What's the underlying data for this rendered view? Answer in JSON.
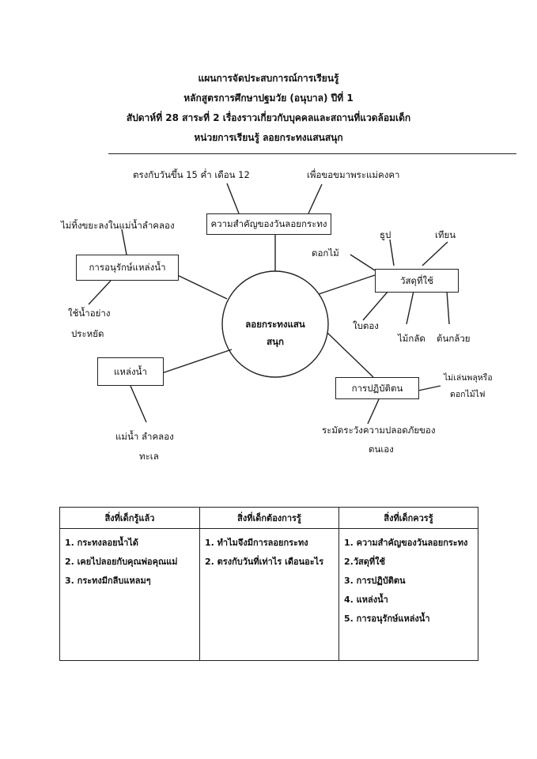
{
  "header": {
    "line1": "แผนการจัดประสบการณ์การเรียนรู้",
    "line2": "หลักสูตรการศึกษาปฐมวัย  (อนุบาล)  ปีที่  1",
    "line3": "สัปดาห์ที่    28    สาระที่ 2  เรื่องราวเกี่ยวกับบุคคลและสถานที่แวดล้อมเด็ก",
    "line4": "หน่วยการเรียนรู้    ลอยกระทงแสนสนุก"
  },
  "mindmap": {
    "center": {
      "line1": "ลอยกระทงแสน",
      "line2": "สนุก"
    },
    "importance": {
      "box": "ความสำคัญของวันลอยกระทง",
      "leaf1": "ตรงกับวันขึ้น 15 ค่ำ เดือน 12",
      "leaf2": "เพื่อขอขมาพระแม่คงคา"
    },
    "conserve": {
      "box": "การอนุรักษ์แหล่งน้ำ",
      "leaf1": "ไม่ทิ้งขยะลงในแม่น้ำลำคลอง",
      "leaf2_line1": "ใช้น้ำอย่าง",
      "leaf2_line2": "ประหยัด"
    },
    "materials": {
      "box": "วัสดุที่ใช้",
      "leaf1": "ธูป",
      "leaf2": "เทียน",
      "leaf3": "ดอกไม้",
      "leaf4": "ใบตอง",
      "leaf5": "ไม้กลัด",
      "leaf6": "ต้นกล้วย"
    },
    "water": {
      "box": "แหล่งน้ำ",
      "leaf1_line1": "แม่น้ำ    ลำคลอง",
      "leaf1_line2": "ทะเล"
    },
    "conduct": {
      "box": "การปฏิบัติตน",
      "leaf1_line1": "ไม่เล่นพลุหรือ",
      "leaf1_line2": "ดอกไม้ไฟ",
      "leaf2_line1": "ระมัดระวังความปลอดภัยของ",
      "leaf2_line2": "ตนเอง"
    }
  },
  "kwl": {
    "headers": [
      "สิ่งที่เด็กรู้แล้ว",
      "สิ่งที่เด็กต้องการรู้",
      "สิ่งที่เด็กควรรู้"
    ],
    "col1": [
      "1. กระทงลอยน้ำได้",
      "2. เคยไปลอยกับคุณพ่อคุณแม่",
      "3. กระทงมีกลีบแหลมๆ"
    ],
    "col2": [
      "1. ทำไมจึงมีการลอยกระทง",
      "2. ตรงกับวันที่เท่าไร   เดือนอะไร"
    ],
    "col3": [
      "1. ความสำคัญของวันลอยกระทง",
      "2.วัสดุที่ใช้",
      "3. การปฏิบัติตน",
      "4. แหล่งน้ำ",
      "5. การอนุรักษ์แหล่งน้ำ"
    ]
  }
}
